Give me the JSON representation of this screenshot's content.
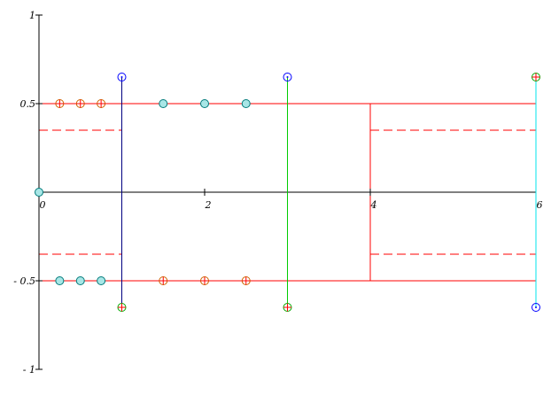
{
  "chart_data": {
    "type": "line",
    "title": "",
    "xlabel": "",
    "ylabel": "",
    "xlim": [
      0,
      6
    ],
    "ylim": [
      -1,
      1
    ],
    "x_ticks": [
      {
        "value": 0,
        "label": "0"
      },
      {
        "value": 2,
        "label": "2"
      },
      {
        "value": 4,
        "label": "4"
      },
      {
        "value": 6,
        "label": "6"
      }
    ],
    "y_ticks": [
      {
        "value": 1,
        "label": "1"
      },
      {
        "value": 0.5,
        "label": "0.5"
      },
      {
        "value": -0.5,
        "label": "- 0.5"
      },
      {
        "value": -1,
        "label": "- 1"
      }
    ],
    "colors": {
      "axis": "#000000",
      "box": "#ff0000",
      "dashed": "#ff0000",
      "navy_stem": "#000080",
      "green_stem": "#00cc00",
      "cyan_stem": "#00e5ee",
      "cyan_marker_fill": "#a8e6e6",
      "cyan_marker_stroke": "#007a7a",
      "orange_marker": "#cc6600",
      "blue_marker": "#0000ff",
      "green_marker": "#00aa00"
    },
    "solid_lines": [
      {
        "points": [
          [
            0,
            0.5
          ],
          [
            6,
            0.5
          ]
        ]
      },
      {
        "points": [
          [
            0,
            -0.5
          ],
          [
            6,
            -0.5
          ]
        ]
      },
      {
        "points": [
          [
            4,
            0.5
          ],
          [
            4,
            -0.5
          ]
        ]
      },
      {
        "points": [
          [
            6,
            0.5
          ],
          [
            6,
            -0.5
          ]
        ]
      }
    ],
    "dashed_lines": [
      {
        "points": [
          [
            0,
            0.35
          ],
          [
            1,
            0.35
          ]
        ]
      },
      {
        "points": [
          [
            0,
            -0.35
          ],
          [
            1,
            -0.35
          ]
        ]
      },
      {
        "points": [
          [
            4,
            0.35
          ],
          [
            6,
            0.35
          ]
        ]
      },
      {
        "points": [
          [
            4,
            -0.35
          ],
          [
            6,
            -0.35
          ]
        ]
      }
    ],
    "stems": [
      {
        "x": 1,
        "y_top": 0.65,
        "y_bottom": -0.65,
        "color": "#000080"
      },
      {
        "x": 3,
        "y_top": 0.65,
        "y_bottom": -0.65,
        "color": "#00cc00"
      },
      {
        "x": 6,
        "y_top": 0.65,
        "y_bottom": -0.65,
        "color": "#00e5ee"
      }
    ],
    "markers": [
      {
        "x": 0,
        "y": 0,
        "kind": "filled-circle",
        "color": "cyan"
      },
      {
        "x": 0.25,
        "y": 0.5,
        "kind": "circle-plus",
        "color": "orange"
      },
      {
        "x": 0.5,
        "y": 0.5,
        "kind": "circle-plus",
        "color": "orange"
      },
      {
        "x": 0.75,
        "y": 0.5,
        "kind": "circle-plus",
        "color": "orange"
      },
      {
        "x": 1.5,
        "y": 0.5,
        "kind": "filled-circle",
        "color": "cyan"
      },
      {
        "x": 2.0,
        "y": 0.5,
        "kind": "filled-circle",
        "color": "cyan"
      },
      {
        "x": 2.5,
        "y": 0.5,
        "kind": "filled-circle",
        "color": "cyan"
      },
      {
        "x": 0.25,
        "y": -0.5,
        "kind": "filled-circle",
        "color": "cyan"
      },
      {
        "x": 0.5,
        "y": -0.5,
        "kind": "filled-circle",
        "color": "cyan"
      },
      {
        "x": 0.75,
        "y": -0.5,
        "kind": "filled-circle",
        "color": "cyan"
      },
      {
        "x": 1.5,
        "y": -0.5,
        "kind": "circle-plus",
        "color": "orange"
      },
      {
        "x": 2.0,
        "y": -0.5,
        "kind": "circle-plus",
        "color": "orange"
      },
      {
        "x": 2.5,
        "y": -0.5,
        "kind": "circle-plus",
        "color": "orange"
      },
      {
        "x": 1,
        "y": 0.65,
        "kind": "circle-dot",
        "color": "blue"
      },
      {
        "x": 3,
        "y": 0.65,
        "kind": "circle-dot",
        "color": "blue"
      },
      {
        "x": 6,
        "y": 0.65,
        "kind": "circle-plus",
        "color": "green"
      },
      {
        "x": 1,
        "y": -0.65,
        "kind": "circle-plus",
        "color": "green"
      },
      {
        "x": 3,
        "y": -0.65,
        "kind": "circle-plus",
        "color": "green"
      },
      {
        "x": 6,
        "y": -0.65,
        "kind": "circle-dot",
        "color": "blue"
      }
    ]
  }
}
